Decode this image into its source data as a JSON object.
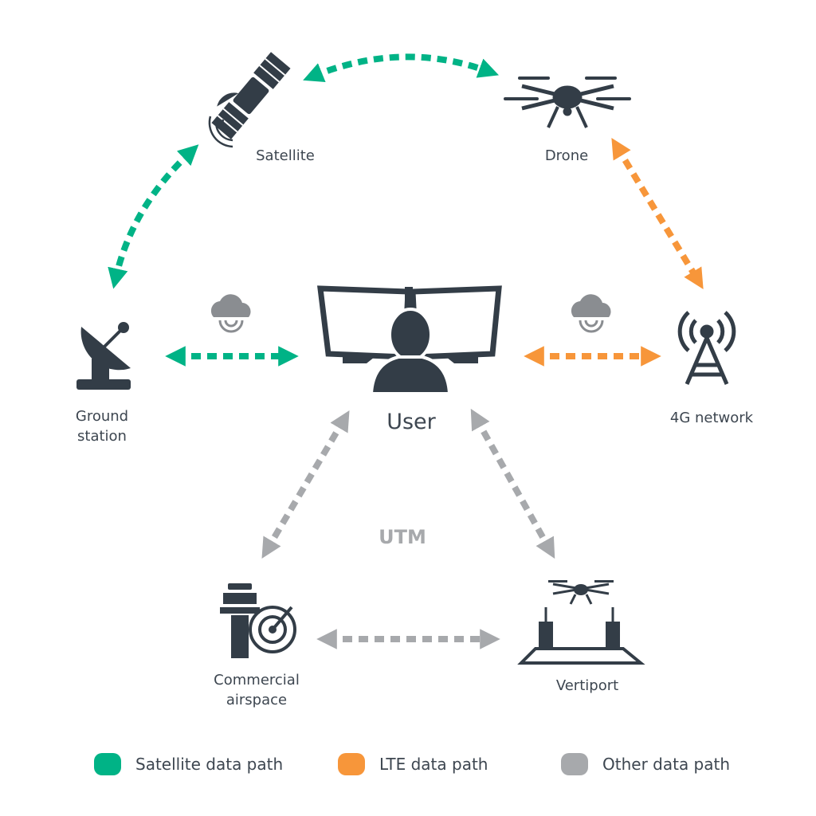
{
  "colors": {
    "satellite": "#00b386",
    "lte": "#f7963a",
    "other": "#a7a9ac",
    "icon": "#333d47"
  },
  "nodes": {
    "satellite": "Satellite",
    "drone": "Drone",
    "ground_station": "Ground\nstation",
    "user": "User",
    "network_4g": "4G network",
    "commercial_airspace": "Commercial\nairspace",
    "vertiport": "Vertiport"
  },
  "center_label": "UTM",
  "legend": [
    {
      "label": "Satellite data path",
      "color": "#00b386"
    },
    {
      "label": "LTE data path",
      "color": "#f7963a"
    },
    {
      "label": "Other data path",
      "color": "#a7a9ac"
    }
  ]
}
